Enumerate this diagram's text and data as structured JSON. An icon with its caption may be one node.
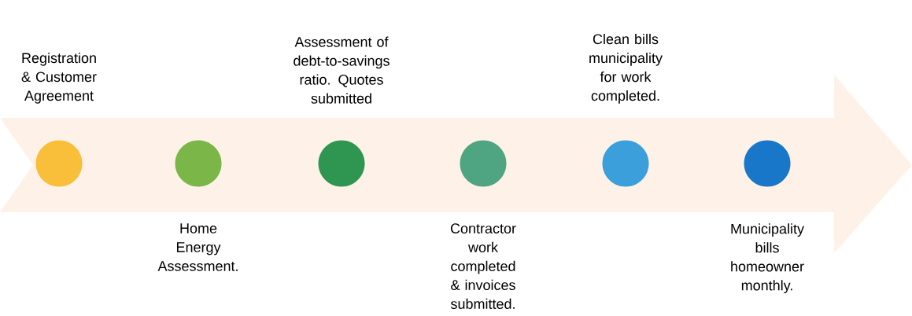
{
  "diagram": {
    "nodes": [
      {
        "text": [],
        "shape": "circle",
        "beside": [
          "Registration & Customer Agreement"
        ]
      },
      {
        "text": [],
        "shape": "circle",
        "beside": [
          "Home Energy Assessment."
        ]
      },
      {
        "text": [],
        "shape": "circle",
        "beside": [
          "Assessment of debt-to-savings ratio. Quotes submitted"
        ]
      },
      {
        "text": [],
        "shape": "circle",
        "beside": [
          "Contractor work completed & invoices submitted."
        ]
      },
      {
        "text": [],
        "shape": "circle",
        "beside": [
          "Clean bills municipality for work completed."
        ]
      },
      {
        "text": [],
        "shape": "circle",
        "beside": [
          "Municipality bills homeowner monthly."
        ]
      }
    ]
  }
}
